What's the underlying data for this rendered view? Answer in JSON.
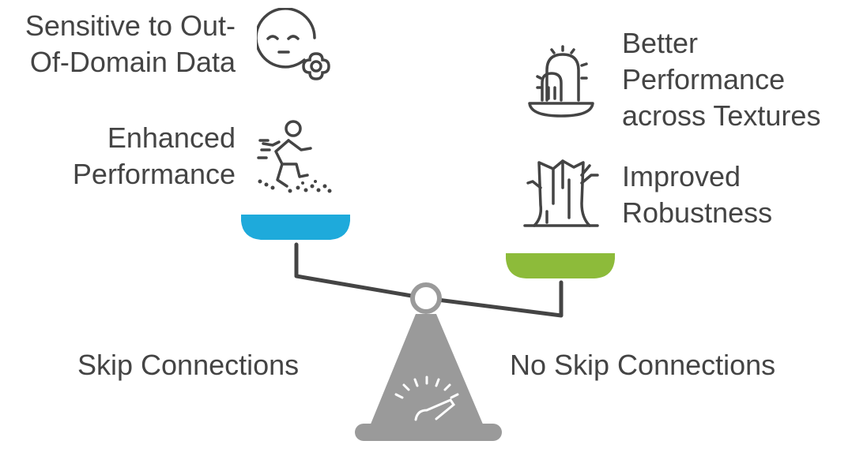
{
  "left": {
    "top_label": [
      "Sensitive to Out-",
      "Of-Domain Data"
    ],
    "mid_label": [
      "Enhanced",
      "Performance"
    ],
    "base_label": "Skip Connections",
    "pan_color": "#1EAADB",
    "top_icon": "sleepy-face-flower-icon",
    "mid_icon": "running-person-icon"
  },
  "right": {
    "top_label": [
      "Better",
      "Performance",
      "across Textures"
    ],
    "mid_label": [
      "Improved",
      "Robustness"
    ],
    "base_label": "No Skip Connections",
    "pan_color": "#8DBB3A",
    "top_icon": "cactus-icon",
    "mid_icon": "tree-stump-icon"
  },
  "colors": {
    "stroke": "#444444",
    "base": "#9A9A9A"
  },
  "center_icon": "gauge-icon"
}
